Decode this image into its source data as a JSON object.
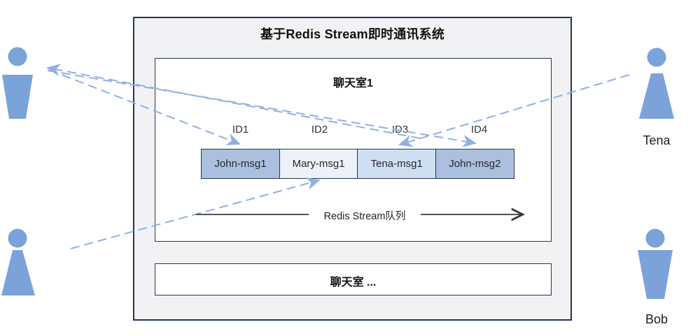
{
  "diagram": {
    "title": "基于Redis Stream即时通讯系统",
    "room1": {
      "title": "聊天室1",
      "entries": [
        {
          "id": "ID1",
          "label": "John-msg1"
        },
        {
          "id": "ID2",
          "label": "Mary-msg1"
        },
        {
          "id": "ID3",
          "label": "Tena-msg1"
        },
        {
          "id": "ID4",
          "label": "John-msg2"
        }
      ],
      "queue_label": "Redis Stream队列"
    },
    "room2": {
      "title": "聊天室 ..."
    },
    "user_labels": {
      "top_right": "Tena",
      "bottom_right": "Bob"
    },
    "colors": {
      "border_navy": "#233554",
      "panel_gray": "#f2f2f4",
      "person_blue": "#7ba3da",
      "dash_blue": "#8fb1e0",
      "msg_strong_fill": "#abc0de",
      "msg_mid_fill": "#cedff2",
      "msg_pale_fill": "#edf2f9",
      "queue_arrow_dark": "#3b3b3b"
    }
  }
}
